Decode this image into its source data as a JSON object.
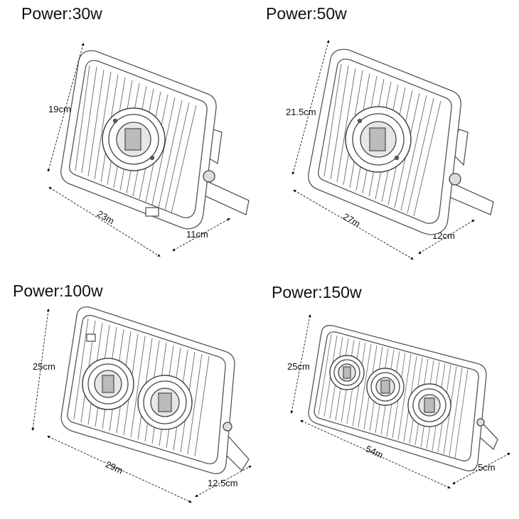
{
  "panels": [
    {
      "title": "Power:30w",
      "height": "19cm",
      "width": "23m",
      "depth": "11cm"
    },
    {
      "title": "Power:50w",
      "height": "21.5cm",
      "width": "27m",
      "depth": "12cm"
    },
    {
      "title": "Power:100w",
      "height": "25cm",
      "width": "29m",
      "depth": "12.5cm"
    },
    {
      "title": "Power:150w",
      "height": "25cm",
      "width": "54m",
      "depth": "13.5cm"
    }
  ]
}
